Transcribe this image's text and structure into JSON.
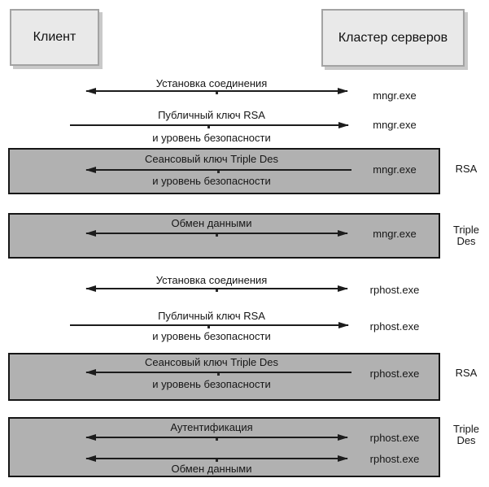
{
  "nodes": {
    "client": {
      "label": "Клиент"
    },
    "server": {
      "label": "Кластер серверов"
    }
  },
  "steps": [
    {
      "label": "Установка соединения",
      "process": "mngr.exe",
      "arrow": "both"
    },
    {
      "label": "Публичный ключ RSA",
      "sublabel": "и уровень безопасности",
      "process": "mngr.exe",
      "arrow": "right"
    },
    {
      "label": "Сеансовый ключ Triple Des",
      "sublabel": "и уровень безопасности",
      "process": "mngr.exe",
      "arrow": "left",
      "encryption": "RSA",
      "boxed": true
    },
    {
      "label": "Обмен данными",
      "process": "mngr.exe",
      "arrow": "both",
      "encryption": "Triple Des",
      "boxed": true
    },
    {
      "label": "Установка соединения",
      "process": "rphost.exe",
      "arrow": "both"
    },
    {
      "label": "Публичный ключ RSA",
      "sublabel": "и уровень безопасности",
      "process": "rphost.exe",
      "arrow": "right"
    },
    {
      "label": "Сеансовый ключ Triple Des",
      "sublabel": "и уровень безопасности",
      "process": "rphost.exe",
      "arrow": "left",
      "encryption": "RSA",
      "boxed": true
    },
    {
      "label": "Аутентификация",
      "process": "rphost.exe",
      "arrow": "both",
      "encryption": "Triple Des",
      "boxed": true
    },
    {
      "label": "Обмен данными",
      "process": "rphost.exe",
      "arrow": "both",
      "boxed": true
    }
  ],
  "colors": {
    "background": "#ffffff",
    "node_fill": "#e9e9e9",
    "node_border": "#a3a3a3",
    "node_shadow": "#c9c9c9",
    "session_box_fill": "#b1b1b1",
    "session_box_border": "#161616",
    "arrow": "#1c1c1c",
    "text": "#161616"
  }
}
